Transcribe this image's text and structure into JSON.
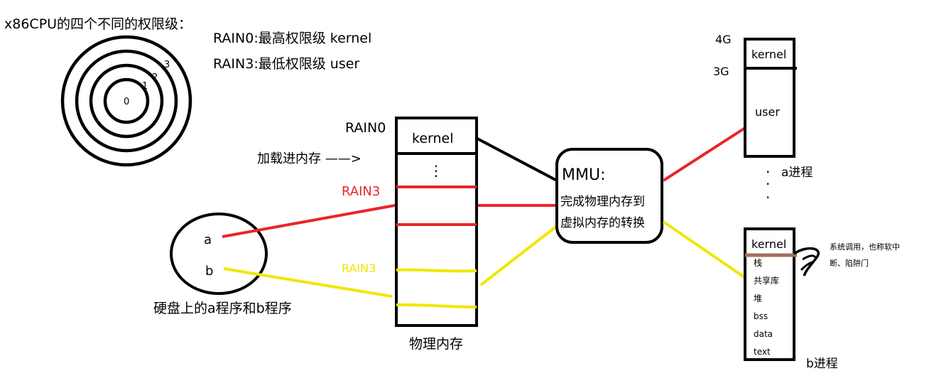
{
  "title": "x86CPU的四个不同的权限级：",
  "legend": {
    "rain0": "RAIN0:最高权限级  kernel",
    "rain3": "RAIN3:最低权限级  user"
  },
  "rings": {
    "r0": "0",
    "r1": "1",
    "r2": "2",
    "r3": "3"
  },
  "disk": {
    "a": "a",
    "b": "b",
    "caption": "硬盘上的a程序和b程序"
  },
  "memory": {
    "rain0": "RAIN0",
    "kernel": "kernel",
    "dots": "⋮",
    "load": "加载进内存  ——>",
    "rain3_red": "RAIN3",
    "rain3_yellow": "RAIN3",
    "caption": "物理内存"
  },
  "mmu": {
    "title": "MMU:",
    "line1": "完成物理内存到",
    "line2": "虚拟内存的转换"
  },
  "proc_a": {
    "label_4g": "4G",
    "label_3g": "3G",
    "kernel": "kernel",
    "user": "user",
    "caption": "a进程",
    "dots": "·"
  },
  "proc_b": {
    "kernel": "kernel",
    "segments": [
      "栈",
      "共享库",
      "堆",
      "bss",
      "data",
      "text"
    ],
    "caption": "b进程",
    "note_line1": "系统调用，也称软中",
    "note_line2": "断、陷阱门"
  },
  "colors": {
    "red": "#e8262a",
    "yellow": "#f2e600",
    "brown": "#a0705a",
    "black": "#000000"
  }
}
